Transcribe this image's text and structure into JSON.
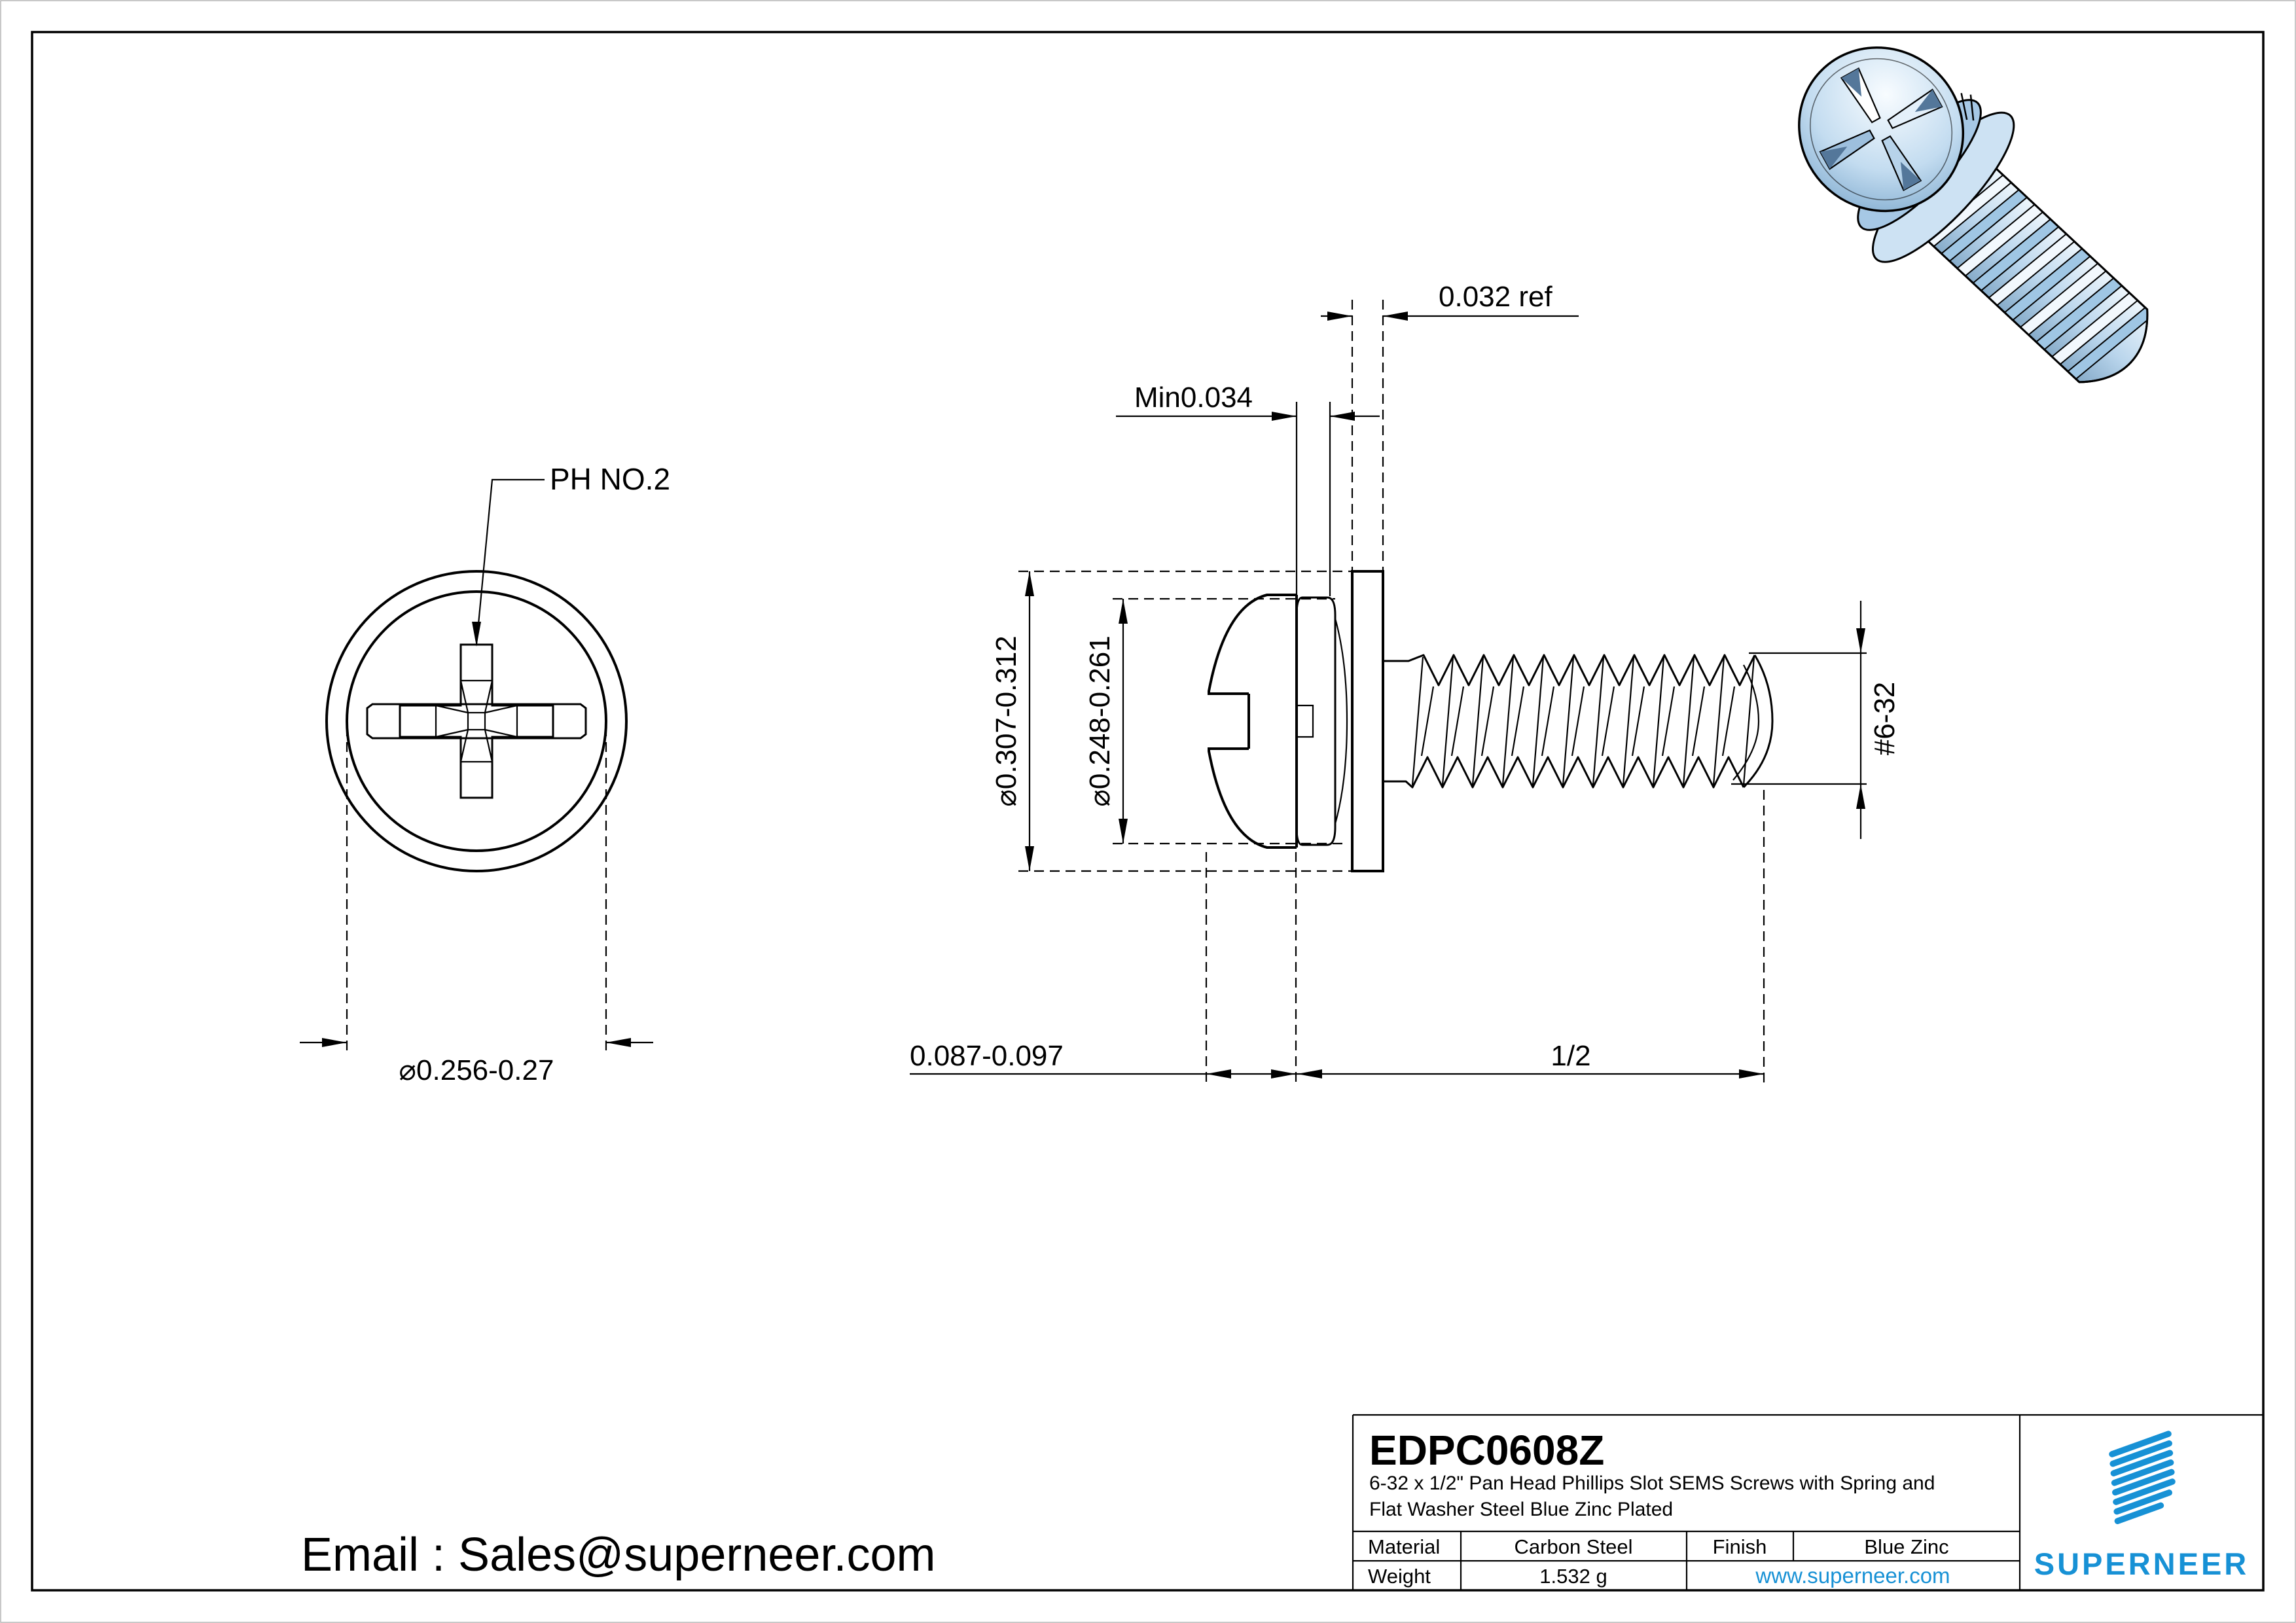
{
  "colors": {
    "accent_blue": "#1791d5",
    "line_black": "#000000",
    "render_steel_blue": "#a9c9e5",
    "background": "#ffffff"
  },
  "dims": {
    "flat_washer_thickness": "0.032 ref",
    "spring_washer_thickness": "Min0.034",
    "drive_label": "PH NO.2",
    "head_diameter": "⌀0.256-0.27",
    "flat_washer_od": "⌀0.307-0.312",
    "spring_washer_od": "⌀0.248-0.261",
    "head_height": "0.087-0.097",
    "thread_length": "1/2",
    "thread_size": "#6-32"
  },
  "footer": {
    "email": "Email : Sales@superneer.com"
  },
  "title_block": {
    "part_number": "EDPC0608Z",
    "description_line1": "6-32 x 1/2\" Pan Head Phillips Slot SEMS Screws with Spring and",
    "description_line2": "Flat Washer Steel Blue Zinc Plated",
    "material_label": "Material",
    "material_value": "Carbon Steel",
    "finish_label": "Finish",
    "finish_value": "Blue Zinc",
    "weight_label": "Weight",
    "weight_value": "1.532 g",
    "website": "www.superneer.com",
    "brand": "SUPERNEER"
  }
}
